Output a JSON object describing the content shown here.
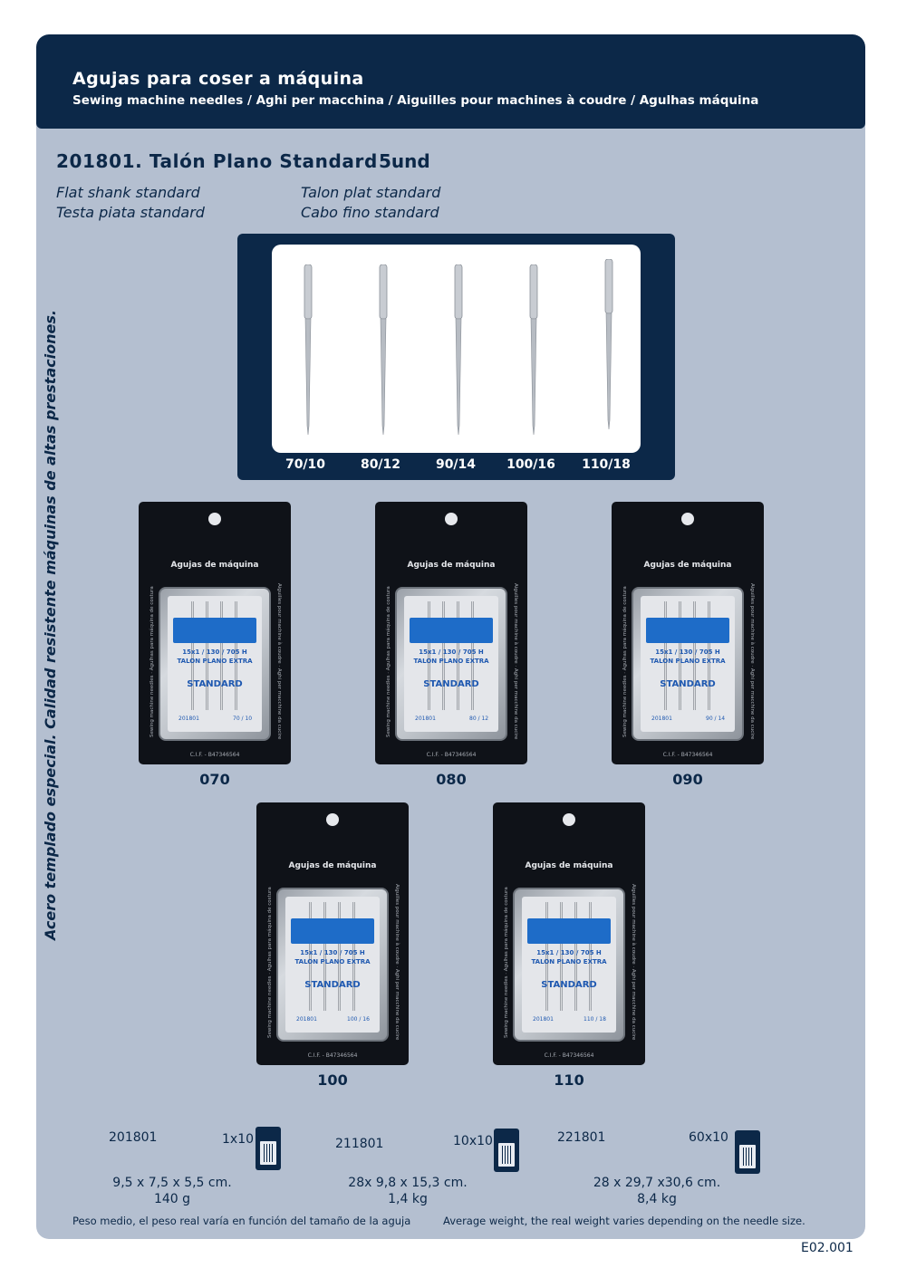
{
  "header": {
    "title": "Agujas para coser a máquina",
    "subtitle": "Sewing machine needles / Aghi per macchina / Aiguilles pour machines à coudre / Agulhas máquina"
  },
  "product": {
    "title": "201801. Talón Plano Standard",
    "quantity": "5und",
    "translations": [
      "Flat shank standard",
      "Testa piata standard",
      "Talon plat standard",
      "Cabo fino standard"
    ]
  },
  "side_text": "Acero templado especial. Calidad resistente máquinas de altas prestaciones.",
  "needle_sizes": [
    "70/10",
    "80/12",
    "90/14",
    "100/16",
    "110/18"
  ],
  "packs": [
    {
      "code": "070",
      "size_label": "70 / 10"
    },
    {
      "code": "080",
      "size_label": "80 / 12"
    },
    {
      "code": "090",
      "size_label": "90 / 14"
    },
    {
      "code": "100",
      "size_label": "100 / 16"
    },
    {
      "code": "110",
      "size_label": "110 / 18"
    }
  ],
  "pack_print": {
    "title": "Agujas de máquina",
    "system": "15x1 / 130 / 705 H",
    "line": "TALON PLANO EXTRA",
    "standard": "STANDARD",
    "ref": "201801",
    "cif": "C.I.F. - B47346564",
    "side_left": "Sewing machine needles · Agulhas para máquina de costura",
    "side_right": "Aiguilles pour machine à coudre · Aghi per macchine da cucire"
  },
  "packaging": [
    {
      "ref": "201801",
      "qty": "1x10",
      "dims": "9,5 x 7,5 x 5,5 cm.",
      "weight": "140 g"
    },
    {
      "ref": "211801",
      "qty": "10x10",
      "dims": "28x 9,8 x 15,3 cm.",
      "weight": "1,4 kg"
    },
    {
      "ref": "221801",
      "qty": "60x10",
      "dims": "28 x 29,7 x30,6 cm.",
      "weight": "8,4 kg"
    }
  ],
  "footnotes": {
    "es": "Peso medio, el peso real varía en función del tamaño de la aguja",
    "en": "Average weight, the real weight varies depending on the needle size."
  },
  "page_code": "E02.001",
  "colors": {
    "navy": "#0c2848",
    "panel": "#b4bfd0",
    "pack_blue": "#1e6cc8"
  }
}
